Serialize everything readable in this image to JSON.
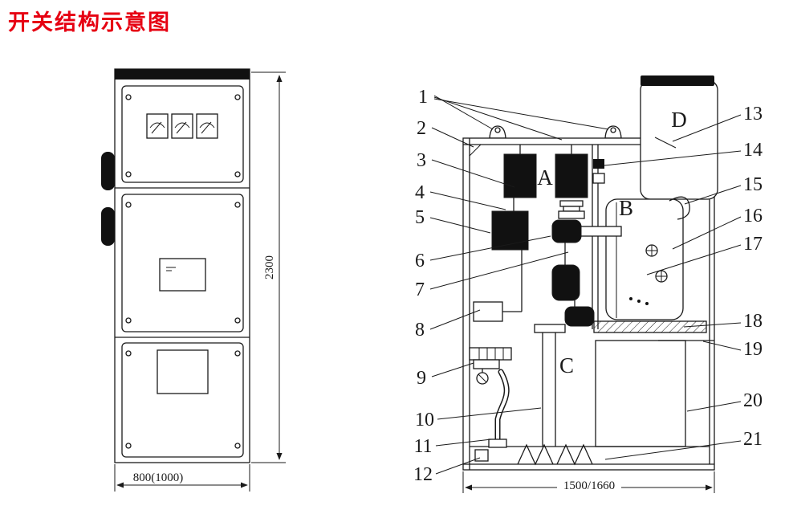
{
  "title": "开关结构示意图",
  "colors": {
    "title": "#e60012",
    "ink": "#1a1a1a",
    "fill_dark": "#111111"
  },
  "front_view": {
    "height_label": "2300",
    "width_label": "800(1000)"
  },
  "side_view": {
    "width_label": "1500/1660",
    "compartment_labels": [
      "A",
      "B",
      "C",
      "D"
    ],
    "callouts": [
      "1",
      "2",
      "3",
      "4",
      "5",
      "6",
      "7",
      "8",
      "9",
      "10",
      "11",
      "12",
      "13",
      "14",
      "15",
      "16",
      "17",
      "18",
      "19",
      "20",
      "21"
    ]
  }
}
